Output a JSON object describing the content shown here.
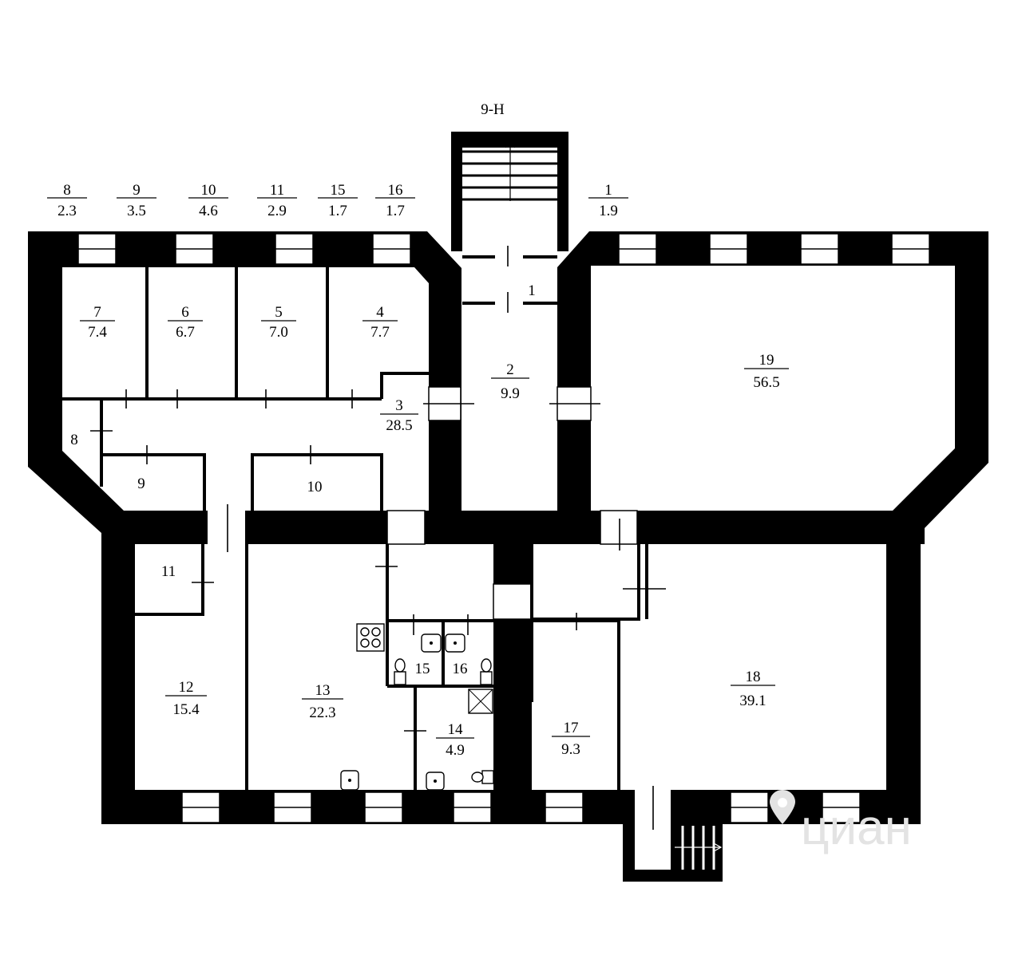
{
  "section_label": "9-Н",
  "balconies": [
    {
      "num": "8",
      "area": "2.3"
    },
    {
      "num": "9",
      "area": "3.5"
    },
    {
      "num": "10",
      "area": "4.6"
    },
    {
      "num": "11",
      "area": "2.9"
    },
    {
      "num": "15",
      "area": "1.7"
    },
    {
      "num": "16",
      "area": "1.7"
    },
    {
      "num": "1",
      "area": "1.9"
    }
  ],
  "rooms": [
    {
      "num": "7",
      "area": "7.4"
    },
    {
      "num": "6",
      "area": "6.7"
    },
    {
      "num": "5",
      "area": "7.0"
    },
    {
      "num": "4",
      "area": "7.7"
    },
    {
      "num": "3",
      "area": "28.5"
    },
    {
      "num": "2",
      "area": "9.9"
    },
    {
      "num": "19",
      "area": "56.5"
    },
    {
      "num": "12",
      "area": "15.4"
    },
    {
      "num": "13",
      "area": "22.3"
    },
    {
      "num": "14",
      "area": "4.9"
    },
    {
      "num": "17",
      "area": "9.3"
    },
    {
      "num": "18",
      "area": "39.1"
    }
  ],
  "room_numbers": [
    {
      "num": "1"
    },
    {
      "num": "8"
    },
    {
      "num": "9"
    },
    {
      "num": "10"
    },
    {
      "num": "11"
    },
    {
      "num": "15"
    },
    {
      "num": "16"
    }
  ],
  "watermark": "циан",
  "colors": {
    "wall": "#000000",
    "background": "#ffffff",
    "watermark": "#e3e3e3"
  },
  "icons": [
    "stair-arrow-icon",
    "stove-icon",
    "sink-icon",
    "toilet-icon",
    "shower-icon",
    "location-pin-icon"
  ]
}
